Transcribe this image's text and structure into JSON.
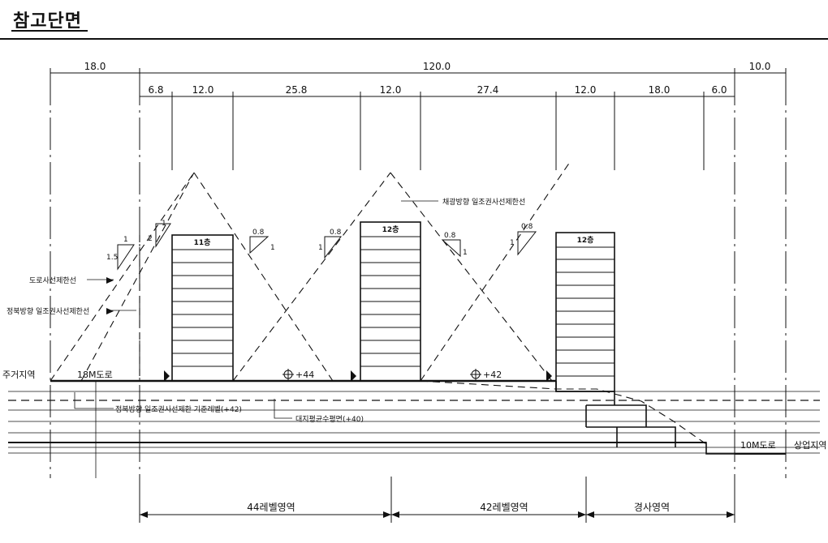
{
  "title": "참고단면",
  "dims": {
    "top": [
      "18.0",
      "120.0",
      "10.0"
    ],
    "second": [
      "6.8",
      "12.0",
      "25.8",
      "12.0",
      "27.4",
      "12.0",
      "18.0",
      "6.0"
    ]
  },
  "buildings": {
    "b1": "11층",
    "b2": "12층",
    "b3": "12층"
  },
  "slopes": {
    "s1_top": "1",
    "s1_side": "1.5",
    "s2_top": "1",
    "s2_side": "2",
    "s3_top": "0.8",
    "s3_side": "1",
    "s4_top": "0.8",
    "s4_side": "1",
    "s5_top": "0.8",
    "s5_side": "1",
    "s6_top": "0.8",
    "s6_side": "1"
  },
  "labels": {
    "road_limit": "도로사선제한선",
    "due_north_limit": "정북방향 일조권사선제한선",
    "adjacent_limit": "채광방향 일조권사선제한선",
    "residential": "주거지역",
    "road_18m": "18M도로",
    "level_44": "+44",
    "level_42": "+42",
    "base_level": "정북방향 일조권사선제한 기준레벨(+42)",
    "avg_ground": "대지평균수평면(+40)",
    "road_10m": "10M도로",
    "commercial": "상업지역"
  },
  "zones": [
    "44레벨영역",
    "42레벨영역",
    "경사영역"
  ]
}
